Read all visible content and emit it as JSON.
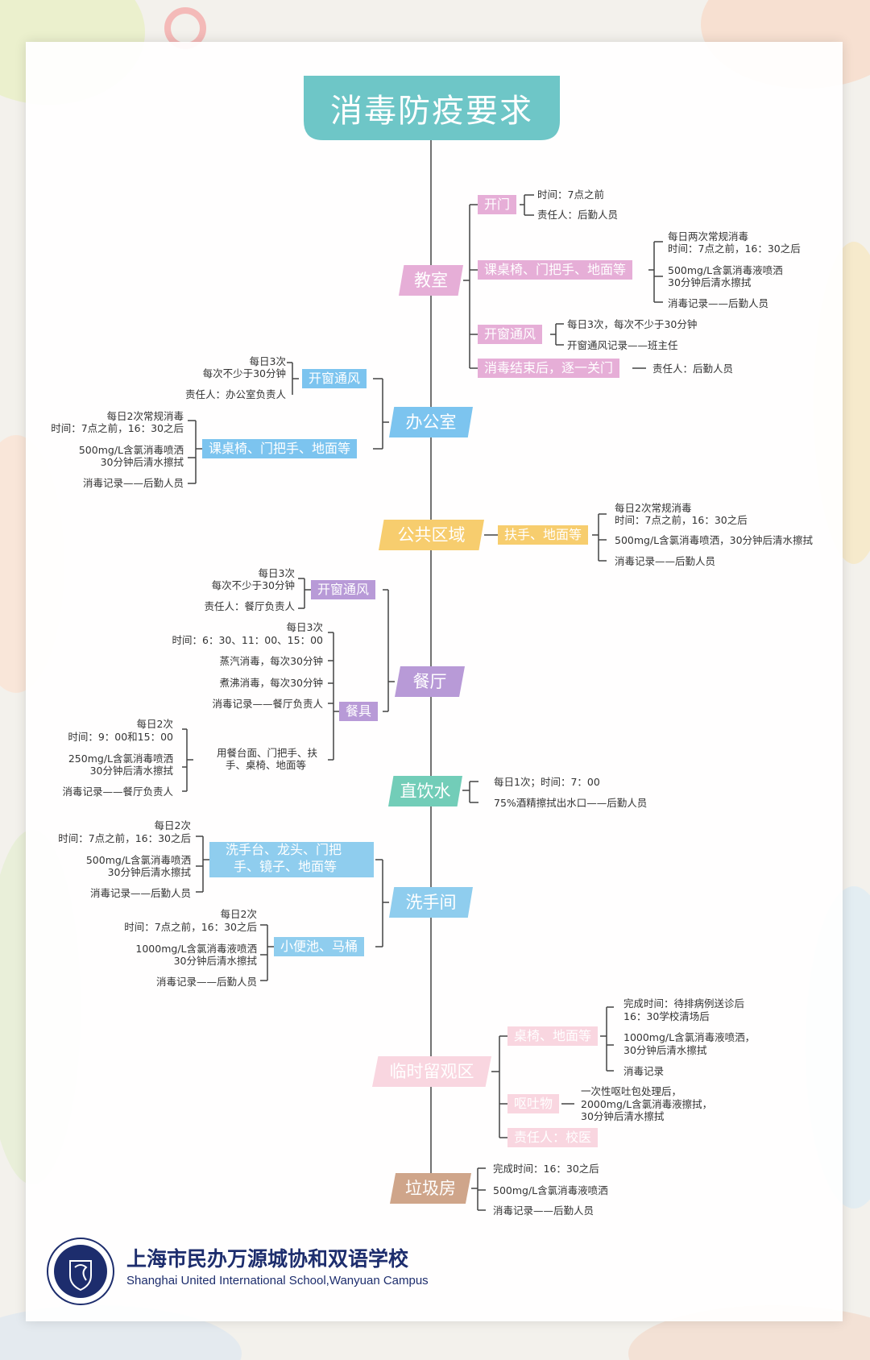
{
  "colors": {
    "teal": "#6ec6c7",
    "pink": "#e6aed7",
    "blue": "#7cc4ef",
    "yellow": "#f7cd6e",
    "purple": "#b89ad7",
    "green": "#72cdb8",
    "lightblue": "#8fcdee",
    "palepink": "#f9d6e0",
    "brown": "#cfa58a",
    "navy": "#1d2d6d"
  },
  "title": "消毒防疫要求",
  "classroom": {
    "label": "教室",
    "open_door": {
      "label": "开门",
      "time": "时间：7点之前",
      "person": "责任人：后勤人员"
    },
    "desks": {
      "label": "课桌椅、门把手、地面等",
      "l1": "每日两次常规消毒",
      "l2": "时间：7点之前，16：30之后",
      "l3": "500mg/L含氯消毒液喷洒",
      "l4": "30分钟后清水擦拭",
      "l5": "消毒记录——后勤人员"
    },
    "window": {
      "label": "开窗通风",
      "l1": "每日3次，每次不少于30分钟",
      "l2": "开窗通风记录——班主任"
    },
    "close": {
      "label": "消毒结束后，逐一关门",
      "l1": "责任人：后勤人员"
    }
  },
  "office": {
    "label": "办公室",
    "window": {
      "label": "开窗通风",
      "l1": "每日3次",
      "l2": "每次不少于30分钟",
      "l3": "责任人：办公室负责人"
    },
    "desks": {
      "label": "课桌椅、门把手、地面等",
      "l1": "每日2次常规消毒",
      "l2": "时间：7点之前，16：30之后",
      "l3": "500mg/L含氯消毒喷洒",
      "l4": "30分钟后清水擦拭",
      "l5": "消毒记录——后勤人员"
    }
  },
  "public": {
    "label": "公共区域",
    "rail": {
      "label": "扶手、地面等",
      "l1": "每日2次常规消毒",
      "l2": "时间：7点之前，16：30之后",
      "l3": "500mg/L含氯消毒喷洒，30分钟后清水擦拭",
      "l4": "消毒记录——后勤人员"
    }
  },
  "canteen": {
    "label": "餐厅",
    "window": {
      "label": "开窗通风",
      "l1": "每日3次",
      "l2": "每次不少于30分钟",
      "l3": "责任人：餐厅负责人"
    },
    "dishes": {
      "label": "餐具",
      "l1": "每日3次",
      "l2": "时间：6：30、11：00、15：00",
      "l3": "蒸汽消毒，每次30分钟",
      "l4": "煮沸消毒，每次30分钟",
      "l5": "消毒记录——餐厅负责人"
    },
    "tables": {
      "l1": "用餐台面、门把手、扶",
      "l2": "手、桌椅、地面等",
      "m1": "每日2次",
      "m2": "时间：9：00和15：00",
      "m3": "250mg/L含氯消毒喷洒",
      "m4": "30分钟后清水擦拭",
      "m5": "消毒记录——餐厅负责人"
    }
  },
  "water": {
    "label": "直饮水",
    "l1": "每日1次；时间：7：00",
    "l2": "75%酒精擦拭出水口——后勤人员"
  },
  "washroom": {
    "label": "洗手间",
    "basin": {
      "label1": "洗手台、龙头、门把",
      "label2": "手、镜子、地面等",
      "l1": "每日2次",
      "l2": "时间：7点之前，16：30之后",
      "l3": "500mg/L含氯消毒喷洒",
      "l4": "30分钟后清水擦拭",
      "l5": "消毒记录——后勤人员"
    },
    "toilet": {
      "label": "小便池、马桶",
      "l1": "每日2次",
      "l2": "时间：7点之前，16：30之后",
      "l3": "1000mg/L含氯消毒液喷洒",
      "l4": "30分钟后清水擦拭",
      "l5": "消毒记录——后勤人员"
    }
  },
  "isolation": {
    "label": "临时留观区",
    "tables": {
      "label": "桌椅、地面等",
      "l1": "完成时间：待排病例送诊后",
      "l2": "16：30学校清场后",
      "l3": "1000mg/L含氯消毒液喷洒，",
      "l4": "30分钟后清水擦拭",
      "l5": "消毒记录"
    },
    "vomit": {
      "label": "呕吐物",
      "l1": "一次性呕吐包处理后，",
      "l2": "2000mg/L含氯消毒液擦拭，",
      "l3": "30分钟后清水擦拭"
    },
    "person": {
      "label": "责任人：校医"
    }
  },
  "garbage": {
    "label": "垃圾房",
    "l1": "完成时间：16：30之后",
    "l2": "500mg/L含氯消毒液喷洒",
    "l3": "消毒记录——后勤人员"
  },
  "school": {
    "name": "上海市民办万源城协和双语学校",
    "en": "Shanghai United International School,Wanyuan Campus"
  }
}
